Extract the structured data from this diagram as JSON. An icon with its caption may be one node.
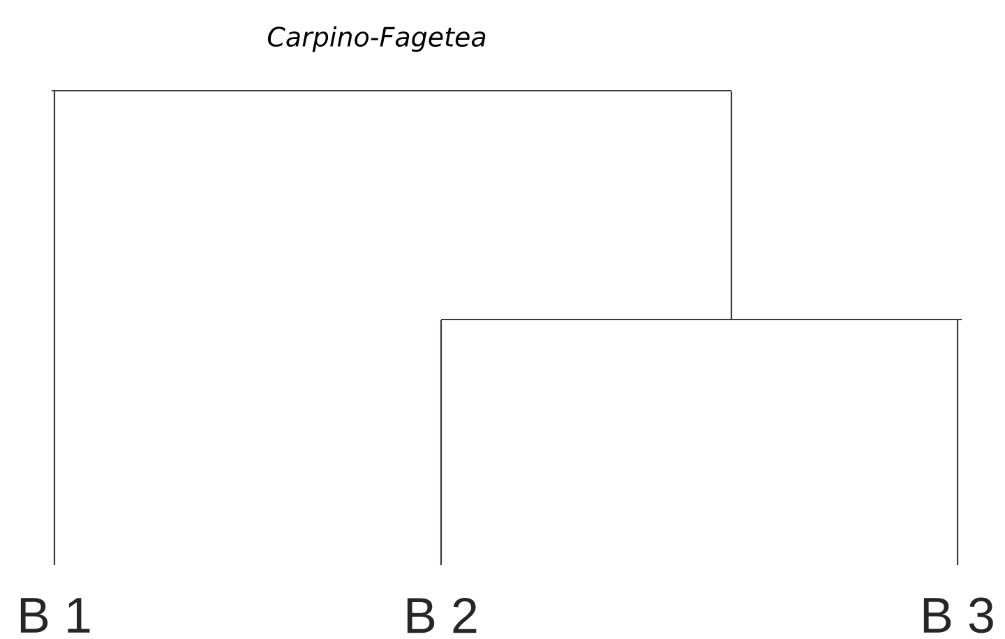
{
  "diagram": {
    "nodes": [
      {
        "text": [
          "B 1"
        ]
      },
      {
        "text": [
          "B 2"
        ]
      },
      {
        "text": [
          "B 3"
        ]
      },
      {
        "text": [],
        "shape": "bar"
      },
      {
        "text": [],
        "shape": "bar"
      }
    ],
    "edges": [
      {
        "from": 3,
        "to": 0,
        "arrow": "none"
      },
      {
        "from": 3,
        "to": 4,
        "arrow": "none"
      },
      {
        "from": 4,
        "to": 1,
        "arrow": "none"
      },
      {
        "from": 4,
        "to": 2,
        "arrow": "none"
      }
    ],
    "labels": [
      "*Carpino-Fagetea*"
    ]
  }
}
